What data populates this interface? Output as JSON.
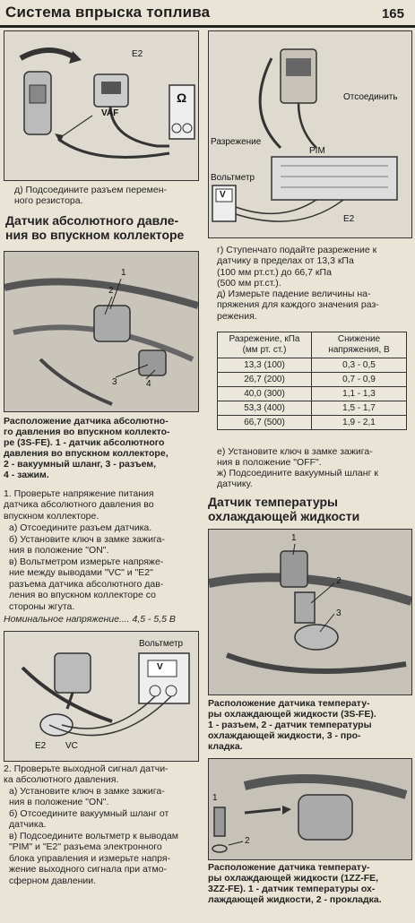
{
  "header": {
    "title": "Система впрыска топлива",
    "page_number": "165"
  },
  "figures": {
    "vaf": {
      "label_e2": "E2",
      "label_vaf": "VAF",
      "ohm_symbol": "Ω"
    },
    "pim": {
      "label_disconnect": "Отсоединить",
      "label_vacuum": "Разрежение",
      "label_pim": "PIM",
      "label_voltmeter": "Вольтметр",
      "label_v": "V",
      "label_e2": "E2"
    },
    "location_3s": {
      "n1": "1",
      "n2": "2",
      "n3": "3",
      "n4": "4"
    },
    "voltmeter_vc": {
      "label_voltmeter": "Вольтметр",
      "label_v": "V",
      "label_e2": "E2",
      "label_vc": "VC"
    },
    "coolant_3s": {
      "n1": "1",
      "n2": "2",
      "n3": "3"
    },
    "coolant_1zz": {
      "n1": "1",
      "n2": "2"
    }
  },
  "left": {
    "step_d": [
      "д) Подсоедините разъем перемен-",
      "ного резистора."
    ],
    "heading_map": [
      "Датчик абсолютного давле-",
      "ния во впускном коллекторе"
    ],
    "caption_3s": [
      "Расположение датчика абсолютно-",
      "го давления во впускном коллекто-",
      "ре (3S-FE). 1 - датчик абсолютного",
      "давления во впускном коллекторе,",
      "2 - вакуумный шланг, 3 - разъем,",
      "4 - зажим."
    ],
    "step1": [
      "1. Проверьте напряжение питания",
      "датчика абсолютного давления во",
      "впускном коллекторе."
    ],
    "step1_a": [
      "а) Отсоедините разъем датчика."
    ],
    "step1_b": [
      "б) Установите ключ в замке зажига-",
      "ния в положение \"ON\"."
    ],
    "step1_c": [
      "в) Вольтметром измерьте напряже-",
      "ние между выводами \"VC\" и \"E2\"",
      "разъема датчика абсолютного дав-",
      "ления во впускном коллекторе со",
      "стороны жгута."
    ],
    "nominal": "Номинальное напряжение.... 4,5 - 5,5 В",
    "step2": [
      "2. Проверьте выходной сигнал датчи-",
      "ка абсолютного давления."
    ],
    "step2_a": [
      "а) Установите ключ в замке зажига-",
      "ния в положение \"ON\"."
    ],
    "step2_b": [
      "б) Отсоедините вакуумный шланг от",
      "датчика."
    ],
    "step2_c": [
      "в) Подсоедините вольтметр к выводам",
      "\"PIM\" и \"E2\" разъема электронного",
      "блока управления и измерьте напря-",
      "жение выходного сигнала при атмо-",
      "сферном давлении."
    ]
  },
  "right": {
    "step_g": [
      "г) Ступенчато подайте разрежение к",
      "датчику в пределах от 13,3 кПа",
      "(100 мм рт.ст.) до 66,7 кПа",
      "(500 мм рт.ст.)."
    ],
    "step_d2": [
      "д) Измерьте падение величины на-",
      "пряжения для каждого значения раз-",
      "режения."
    ],
    "table": {
      "headers": [
        "Разрежение, кПа (мм рт. ст.)",
        "Снижение напряжения, В"
      ],
      "rows": [
        [
          "13,3 (100)",
          "0,3 - 0,5"
        ],
        [
          "26,7 (200)",
          "0,7 - 0,9"
        ],
        [
          "40,0 (300)",
          "1,1 - 1,3"
        ],
        [
          "53,3 (400)",
          "1,5 - 1,7"
        ],
        [
          "66,7 (500)",
          "1,9 - 2,1"
        ]
      ]
    },
    "step_e": [
      "е) Установите ключ в замке зажига-",
      "ния в положение \"OFF\"."
    ],
    "step_zh": [
      "ж) Подсоедините вакуумный шланг к",
      "датчику."
    ],
    "heading_coolant": [
      "Датчик температуры",
      "охлаждающей жидкости"
    ],
    "caption_3s": [
      "Расположение датчика температу-",
      "ры охлаждающей жидкости (3S-FE).",
      "1 - разъем, 2 - датчик температуры",
      "охлаждающей жидкости, 3 - про-",
      "кладка."
    ],
    "caption_1zz": [
      "Расположение датчика температу-",
      "ры охлаждающей жидкости (1ZZ-FE,",
      "3ZZ-FE). 1 - датчик температуры ох-",
      "лаждающей жидкости, 2 - прокладка."
    ]
  }
}
